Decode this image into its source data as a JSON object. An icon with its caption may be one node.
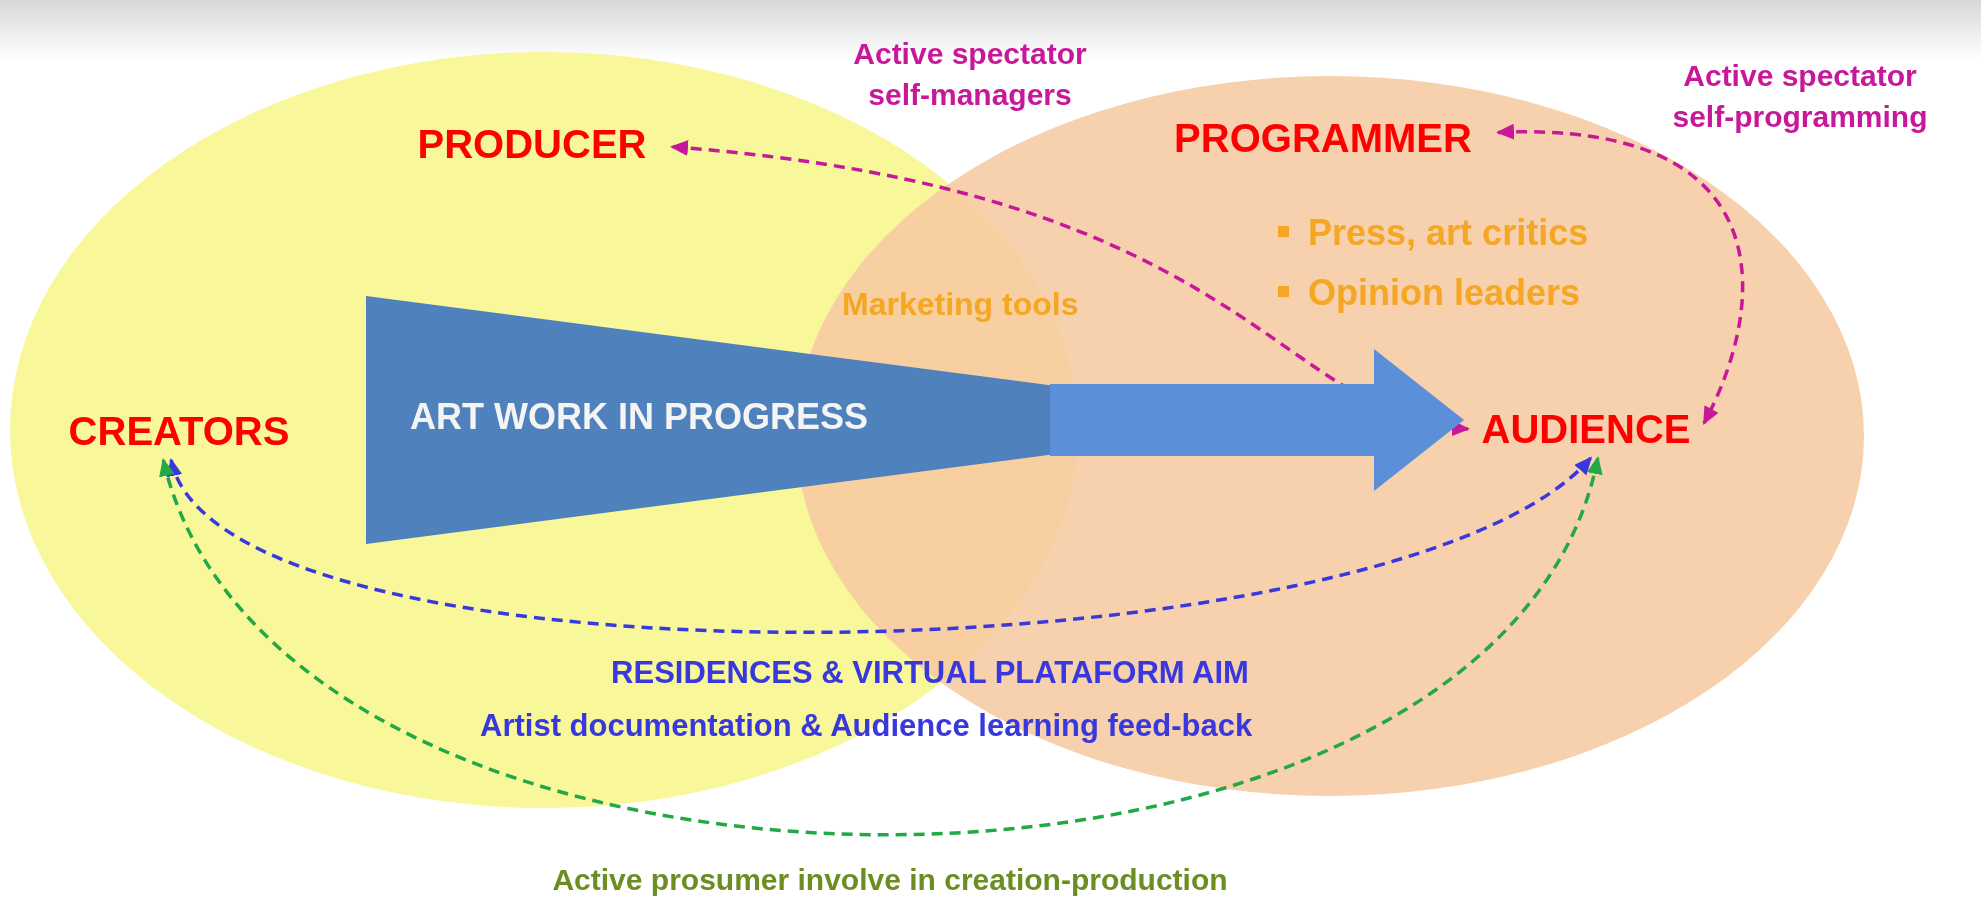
{
  "diagram": {
    "nodes": [
      {
        "text": [
          "PRODUCER"
        ]
      },
      {
        "text": [
          "PROGRAMMER"
        ]
      },
      {
        "text": [
          "CREATORS"
        ]
      },
      {
        "text": [
          "ART WORK IN PROGRESS"
        ]
      },
      {
        "text": [
          "AUDIENCE"
        ]
      }
    ],
    "edges": [
      {
        "from": 4,
        "to": 0,
        "arrow": "both",
        "label": "Active spectator self-managers",
        "style": "dashed",
        "color": "#c8189a"
      },
      {
        "from": 1,
        "to": 4,
        "arrow": "both",
        "label": "Active spectator self-programming",
        "style": "dashed",
        "color": "#c8189a"
      },
      {
        "from": 2,
        "to": 4,
        "arrow": "both",
        "label": "RESIDENCES & VIRTUAL PLATAFORM AIM",
        "style": "dashed",
        "color": "#3838dd"
      },
      {
        "from": 2,
        "to": 4,
        "arrow": "both",
        "label": "Active prosumer involve in creation-production",
        "style": "dashed",
        "color": "#22a844"
      },
      {
        "from": 3,
        "to": 4,
        "arrow": "to",
        "style": "thick",
        "color": "#5b8fd8"
      }
    ],
    "labels": [
      "Marketing tools",
      "Press, art critics",
      "Opinion leaders",
      "Artist documentation & Audience learning feed-back"
    ]
  }
}
